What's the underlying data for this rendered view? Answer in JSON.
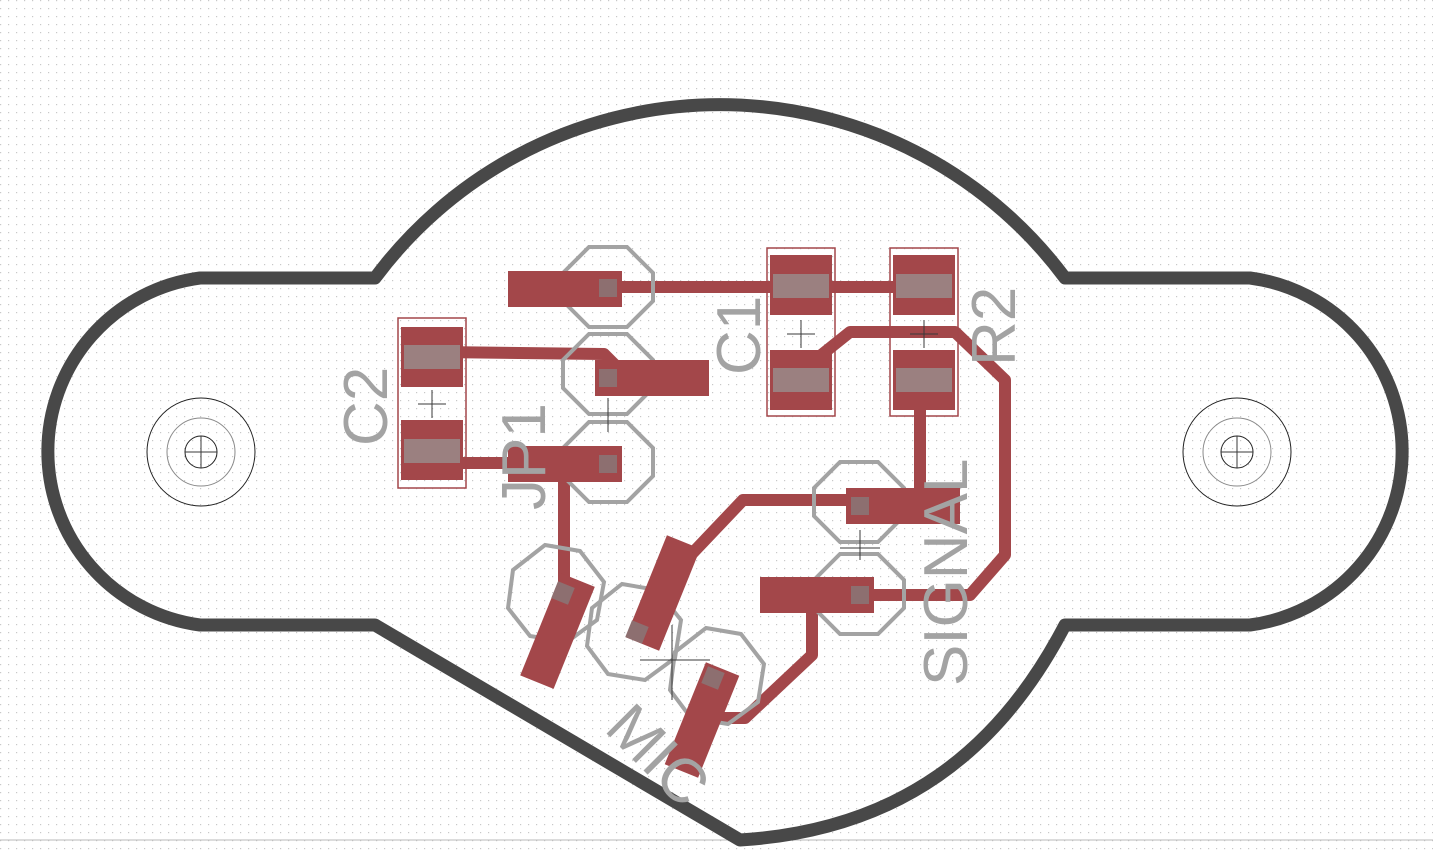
{
  "board": {
    "labels": {
      "c1": "C1",
      "c2": "C2",
      "r2": "R2",
      "jp1": "JP1",
      "signal": "SIGNAL",
      "mic": "MIC"
    },
    "colors": {
      "background": "#ffffff",
      "grid_dot": "#c8c8c8",
      "outline": "#484848",
      "copper": "#a3474a",
      "silkscreen": "#a3a3a3",
      "pad_hole": "#8d6f70"
    },
    "icons": {
      "mounting_hole": "mounting-hole-icon",
      "origin_cross": "origin-cross-icon"
    }
  }
}
